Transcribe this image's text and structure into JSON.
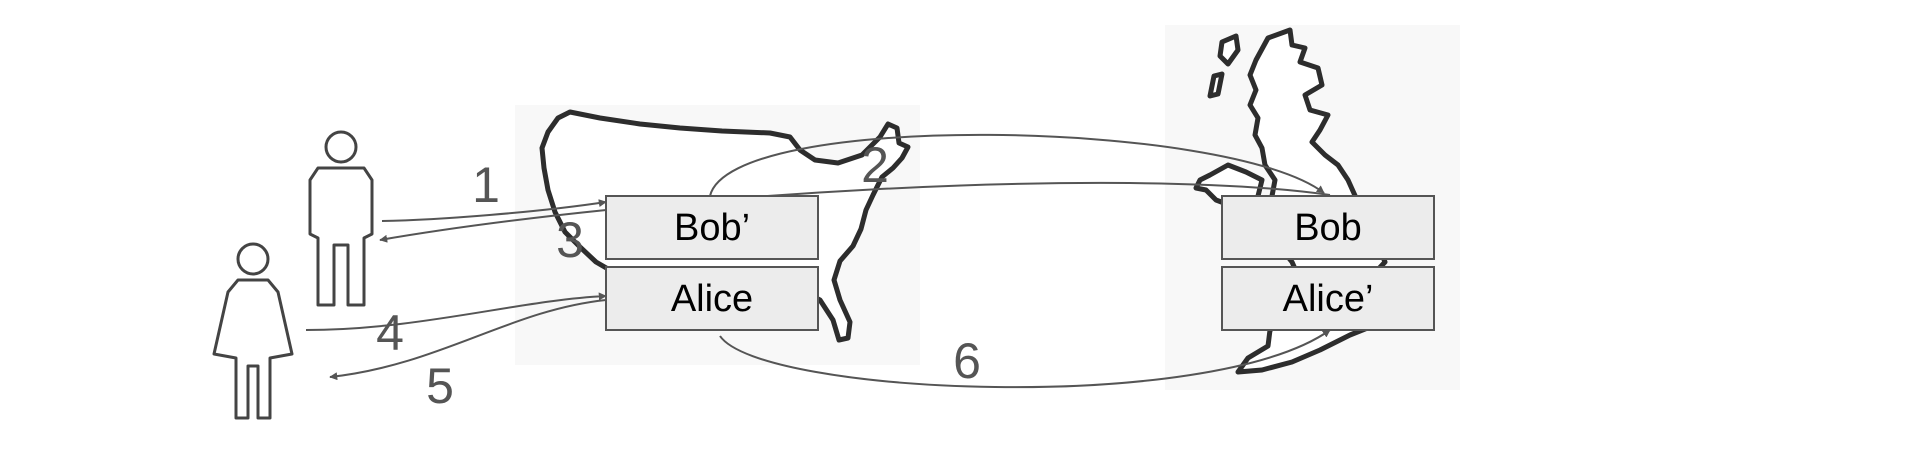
{
  "boxes": {
    "bob_prime": "Bob’",
    "alice": "Alice",
    "bob": "Bob",
    "alice_prime": "Alice’"
  },
  "steps": [
    "1",
    "2",
    "3",
    "4",
    "5",
    "6"
  ],
  "icons": {
    "man": "man-icon",
    "woman": "woman-icon",
    "usa_map": "usa-map-icon",
    "uk_map": "uk-map-icon"
  },
  "colors": {
    "box_fill": "#ececec",
    "line": "#555555",
    "label": "#555555",
    "map_outline": "#2d2d2d"
  }
}
